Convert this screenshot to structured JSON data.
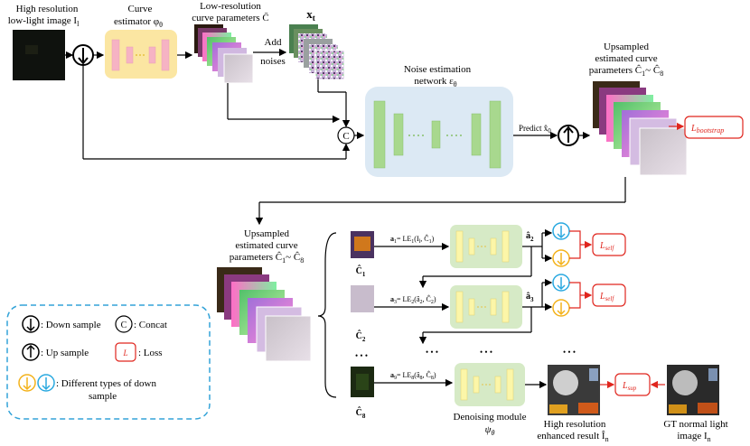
{
  "labels": {
    "input_line1": "High resolution",
    "input_line2": "low-light image I",
    "input_sub": "l",
    "curve_line1": "Curve",
    "curve_line2": "estimator φ",
    "curve_sub": "θ",
    "lowres_line1": "Low-resolution",
    "lowres_line2": "curve parameters C̄",
    "xt_main": "x",
    "xt_sub": "t",
    "add_noises_1": "Add",
    "add_noises_2": "noises",
    "noise_line1": "Noise estimation",
    "noise_line2": "network ε",
    "noise_sub": "θ",
    "up_top_1": "Upsampled",
    "up_top_2": "estimated curve",
    "up_top_3": "parameters Ĉ",
    "up_top_3b": "1",
    "up_top_3c": "~ Ĉ",
    "up_top_3d": "8",
    "predict": "Predict x̂",
    "predict_sub": "0",
    "l_bootstrap": "L",
    "l_bootstrap_sub": "bootstrap",
    "up_mid_1": "Upsampled",
    "up_mid_2": "estimated curve",
    "up_mid_3": "parameters Ĉ",
    "up_mid_3b": "1",
    "up_mid_3c": "~ Ĉ",
    "up_mid_3d": "8",
    "c1": "Ĉ",
    "c1_sub": "1",
    "c2": "Ĉ",
    "c2_sub": "2",
    "c8": "Ĉ",
    "c8_sub": "8",
    "eq1": "a",
    "eq1_rest": "= LE",
    "eq1_args": "(I",
    "eq1_args_b": ", Ĉ",
    "eq1_args_c": ")",
    "eq2": "a",
    "eq2_rest": "= LE",
    "eq2_args": "(â",
    "eq2_args_b": ", Ĉ",
    "eq2_args_c": ")",
    "eq8": "a",
    "eq8_rest": "= LE",
    "eq8_args": "(â",
    "eq8_args_b": ", Ĉ",
    "eq8_args_c": ")",
    "ahat2": "â",
    "ahat2_sub": "2",
    "ahat3": "â",
    "ahat3_sub": "3",
    "l_self_1": "L",
    "l_self_1_sub": "self",
    "l_self_2": "L",
    "l_self_2_sub": "self",
    "l_sup": "L",
    "l_sup_sub": "sup",
    "dots": "• • •",
    "denoise_1": "Denoising module",
    "denoise_2": "ψ",
    "denoise_2_sub": "θ",
    "hr_1": "High resolution",
    "hr_2": "enhanced result Î",
    "hr_2_sub": "n",
    "gt_1": "GT normal light",
    "gt_2": "image I",
    "gt_2_sub": "n",
    "leg_down": ": Down sample",
    "leg_concat": ": Concat",
    "leg_up": ": Up sample",
    "leg_loss": ": Loss",
    "leg_types_1": ": Different types of down",
    "leg_types_2": "sample",
    "c_symbol": "C",
    "l_symbol": "L"
  },
  "colors": {
    "curve_box": "#fbe6a2",
    "curve_block": "#f6b3c4",
    "noise_box": "#dce9f4",
    "green_block": "#a8d88e",
    "denoise_box": "#d6eac6",
    "yellow_block": "#fcf6a8",
    "loss_red": "#e0261e",
    "legend_dash": "#33a3d8",
    "blue_arrow": "#2aa9e0",
    "orange_arrow": "#f3b21b"
  },
  "icons": [
    "down-sample-icon",
    "up-sample-icon",
    "concat-icon",
    "loss-icon"
  ]
}
